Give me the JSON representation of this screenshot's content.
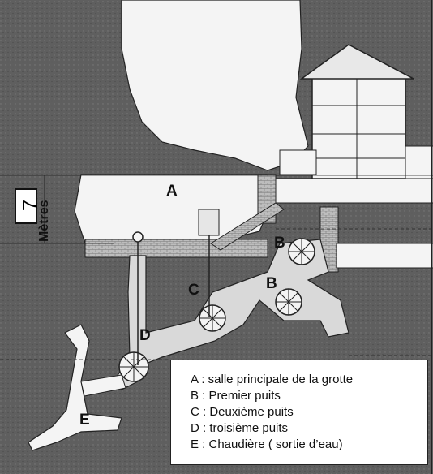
{
  "labels": {
    "a": "A",
    "b_upper": "B",
    "b_lower": "B",
    "c": "C",
    "d": "D",
    "e": "E"
  },
  "scale": {
    "value": "7",
    "unit": "Mètres"
  },
  "legend": {
    "items": [
      "A : salle principale de la grotte",
      "B : Premier puits",
      "C : Deuxième puits",
      "D : troisième puits",
      "E : Chaudière ( sortie d’eau)"
    ]
  },
  "colors": {
    "rock": "#5f5f5f",
    "rock_dark": "#3a3a3a",
    "cave": "#f4f4f4",
    "masonry": "#b8b8b8",
    "ink": "#111111"
  }
}
